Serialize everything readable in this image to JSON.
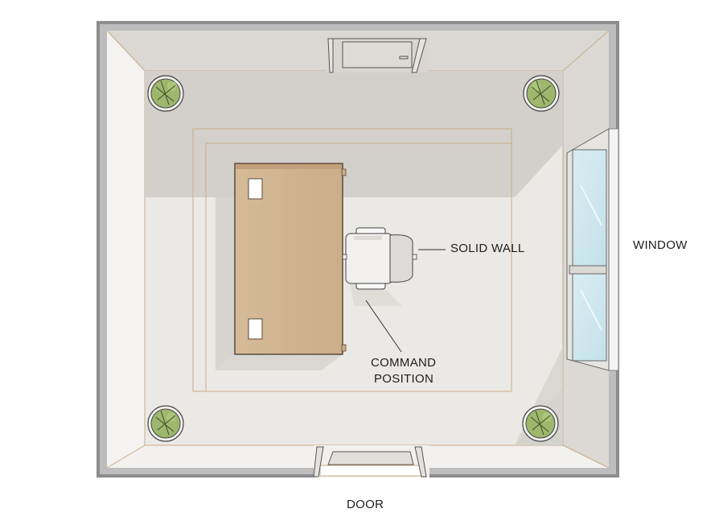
{
  "diagram": {
    "type": "floor-plan",
    "title": "",
    "labels": {
      "solid_wall": "SOLID WALL",
      "window": "WINDOW",
      "command_position_line1": "COMMAND",
      "command_position_line2": "POSITION",
      "door": "DOOR"
    },
    "elements": {
      "desk": {
        "material": "wood",
        "papers": 2
      },
      "chair": {
        "orientation": "facing-desk"
      },
      "plants": [
        "top-left",
        "top-right",
        "bottom-left",
        "bottom-right"
      ],
      "rug": {
        "layers": 2
      },
      "window_side": "right",
      "door_side": "bottom",
      "closet_door_side": "top"
    },
    "colors": {
      "wall": "#8c8c8c",
      "wall_inner": "#b7b7b7",
      "floor": "#eceae6",
      "shadow": "#d3d0cb",
      "desk": "#d2b592",
      "desk_edge": "#5b4a3a",
      "rug_line": "#c9ab86",
      "glass": "#cfe6ee",
      "plant": "#8fae5b"
    }
  }
}
